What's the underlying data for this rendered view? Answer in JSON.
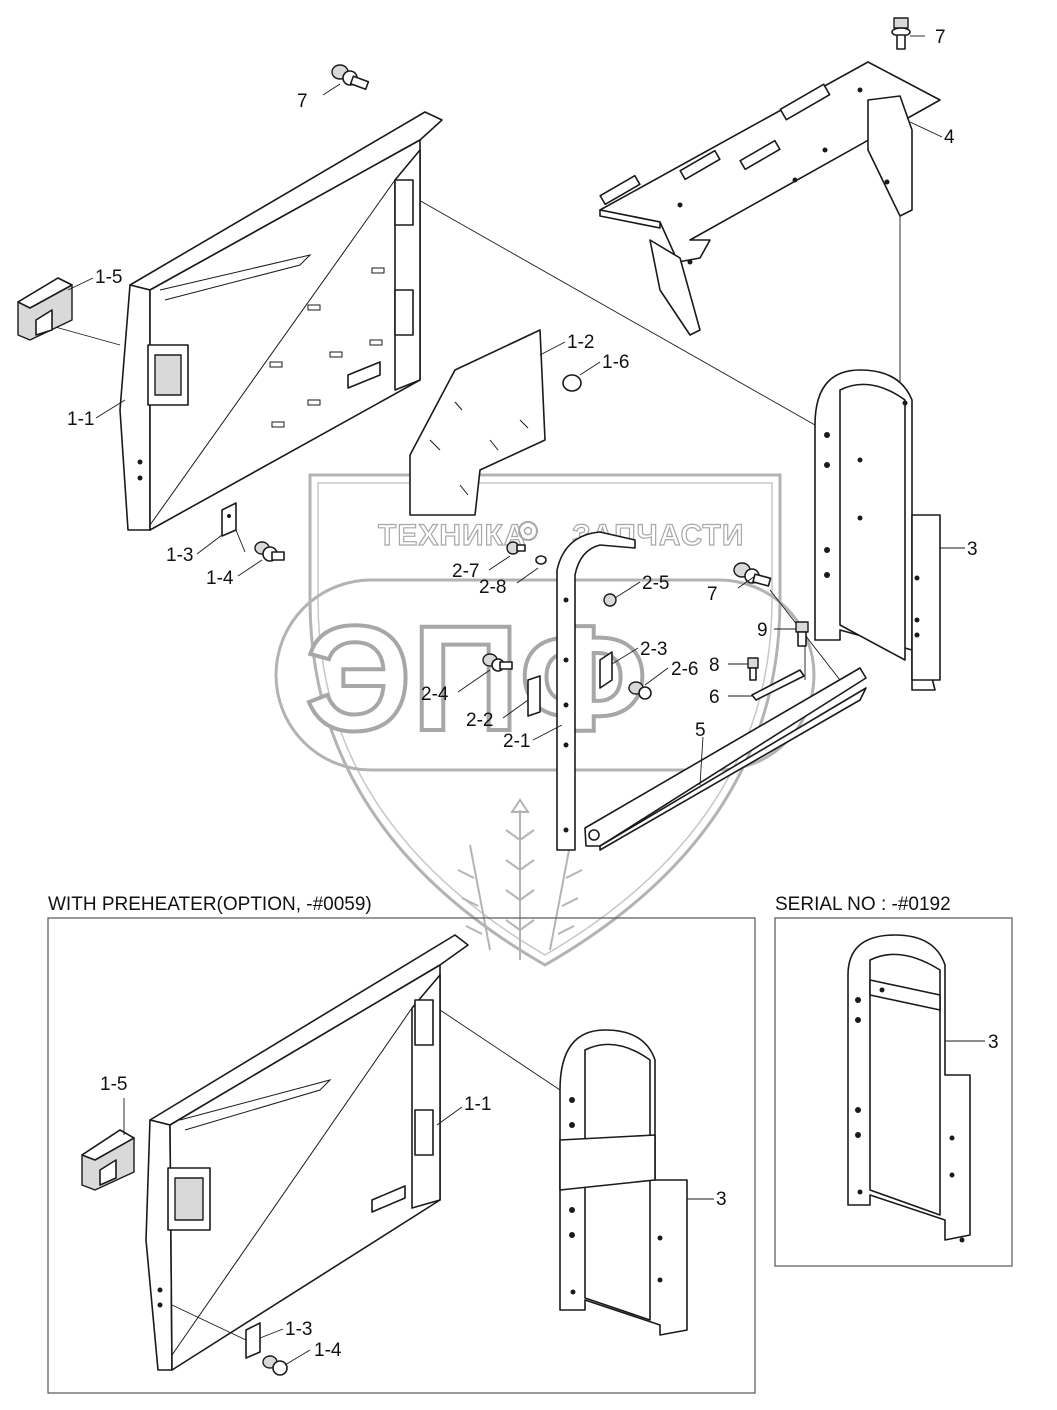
{
  "watermark": {
    "line1_left": "ТЕХНИКА",
    "line1_right": "ЗАПЧАСТИ",
    "monogram": "ЭПФ"
  },
  "labels": {
    "l7a": "7",
    "l7b": "7",
    "l7c": "7",
    "l4": "4",
    "l1_5": "1-5",
    "l1_1": "1-1",
    "l1_2": "1-2",
    "l1_6": "1-6",
    "l1_3": "1-3",
    "l1_4": "1-4",
    "l3": "3",
    "l2_7": "2-7",
    "l2_8": "2-8",
    "l2_5": "2-5",
    "l9": "9",
    "l2_3": "2-3",
    "l2_6": "2-6",
    "l8": "8",
    "l6": "6",
    "l2_4": "2-4",
    "l2_2": "2-2",
    "l2_1": "2-1",
    "l5": "5"
  },
  "inset_preheater": {
    "caption": "WITH PREHEATER(OPTION, -#0059)",
    "l1_5": "1-5",
    "l1_1": "1-1",
    "l3": "3",
    "l1_3": "1-3",
    "l1_4": "1-4"
  },
  "inset_serial": {
    "caption": "SERIAL NO : -#0192",
    "l3": "3"
  }
}
